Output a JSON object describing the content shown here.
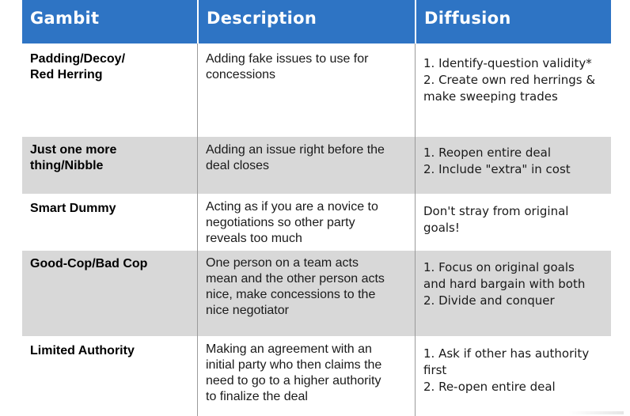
{
  "table": {
    "headers": {
      "gambit": "Gambit",
      "description": "Description",
      "diffusion": "Diffusion"
    },
    "rows": [
      {
        "gambit": [
          "Padding/Decoy/",
          "Red Herring"
        ],
        "description": [
          "Adding fake issues to use for",
          "concessions"
        ],
        "diffusion": [
          "1. Identify-question validity*",
          "2. Create own red herrings &",
          "make sweeping trades"
        ]
      },
      {
        "gambit": [
          "Just one more",
          "thing/Nibble"
        ],
        "description": [
          "Adding an issue right before the",
          "deal closes"
        ],
        "diffusion": [
          "1. Reopen entire deal",
          "2. Include \"extra\" in cost"
        ]
      },
      {
        "gambit": [
          "Smart Dummy"
        ],
        "description": [
          "Acting as if you are a novice to",
          "negotiations so other party",
          "reveals too much"
        ],
        "diffusion": [
          "Don't stray from original",
          "goals!"
        ]
      },
      {
        "gambit": [
          "Good-Cop/Bad Cop"
        ],
        "description": [
          "One person on a team acts",
          "mean and the other person acts",
          "nice, make concessions to the",
          "nice negotiator"
        ],
        "diffusion": [
          "1. Focus on original goals",
          "and hard  bargain with both",
          "2. Divide and conquer"
        ]
      },
      {
        "gambit": [
          "Limited Authority"
        ],
        "description": [
          "Making an agreement with an",
          "initial party who then claims the",
          "need to go to a higher authority",
          "to finalize the deal"
        ],
        "diffusion": [
          "1. Ask if other has authority",
          "first",
          "2. Re-open entire deal"
        ]
      }
    ]
  },
  "colors": {
    "header_bg": "#2e74c4",
    "header_text": "#ffffff",
    "row_gray": "#d8d8d8",
    "row_white": "#ffffff"
  }
}
